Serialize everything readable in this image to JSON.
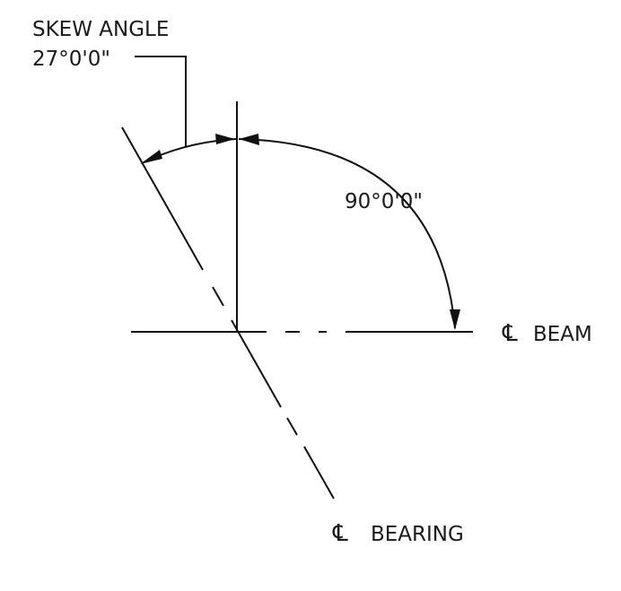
{
  "labels": {
    "skew_title": "SKEW ANGLE",
    "skew_value": "27°0'0\"",
    "right_angle": "90°0'0\"",
    "beam": "BEAM",
    "bearing": "BEARING"
  },
  "symbols": {
    "centerline": "℄"
  },
  "angles": {
    "skew_deg": 27,
    "right_deg": 90
  },
  "colors": {
    "line": "#111111",
    "text": "#1a1a1a",
    "background": "#ffffff"
  }
}
